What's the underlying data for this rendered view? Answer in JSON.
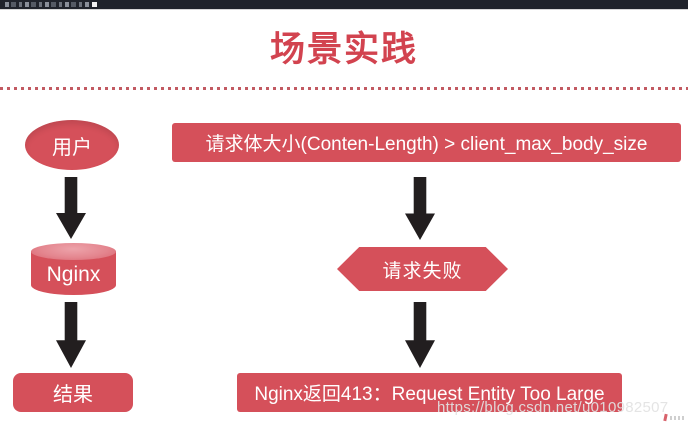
{
  "slide": {
    "title": "场景实践"
  },
  "left_flow": {
    "user": "用户",
    "nginx": "Nginx",
    "result": "结果"
  },
  "right_flow": {
    "condition": "请求体大小(Conten-Length) > client_max_body_size",
    "failure": "请求失败",
    "response": "Nginx返回413：Request Entity Too Large"
  },
  "watermark": "https://blog.csdn.net/u010982507",
  "colors": {
    "shape_red": "#d5505a",
    "title_red": "#d2434f",
    "cylinder_top_pink": "#e4868f",
    "arrow_black": "#221e1f",
    "dash_red": "#c25a62",
    "titlebar_dark": "#20232b",
    "text_on_red": "#ffffff",
    "watermark_gray": "#e2e2e2"
  }
}
